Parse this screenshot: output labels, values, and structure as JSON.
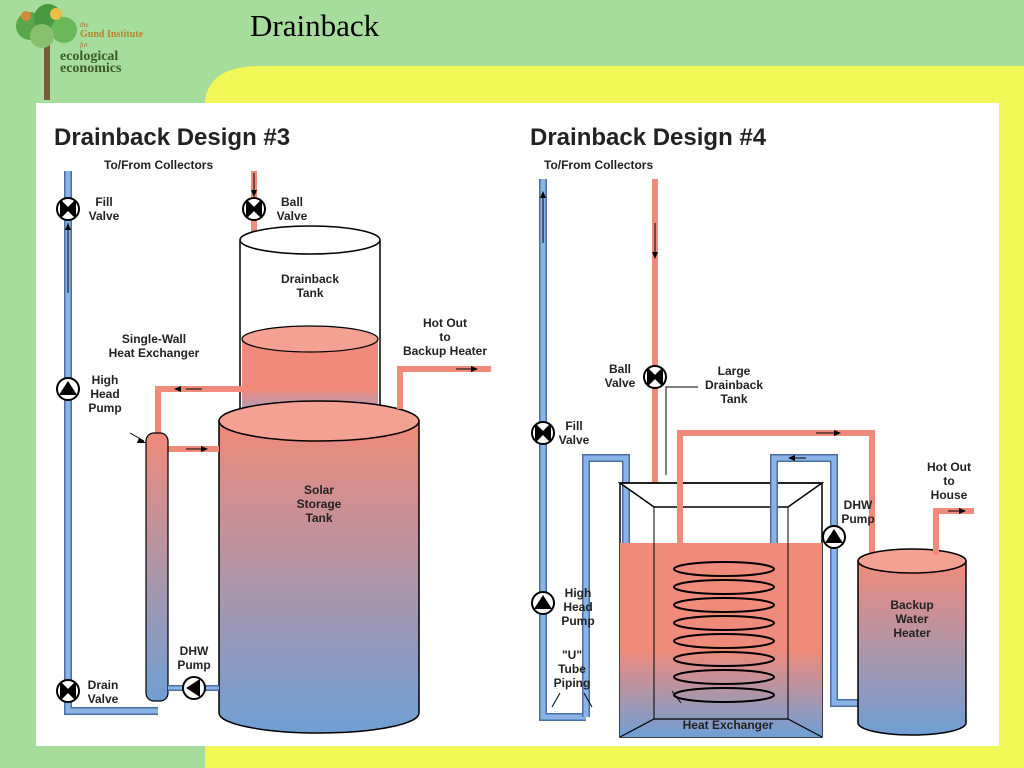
{
  "slide": {
    "title": "Drainback",
    "logo": {
      "line1": "the",
      "line2": "Gund Institute",
      "line3": "for",
      "line4": "ecological",
      "line5": "economics"
    }
  },
  "diagram3": {
    "title": "Drainback Design #3",
    "to_from": "To/From Collectors",
    "fill_valve": [
      "Fill",
      "Valve"
    ],
    "ball_valve": [
      "Ball",
      "Valve"
    ],
    "drainback_tank": [
      "Drainback",
      "Tank"
    ],
    "hot_out": [
      "Hot Out",
      "to",
      "Backup Heater"
    ],
    "heat_exchanger": [
      "Single-Wall",
      "Heat Exchanger"
    ],
    "high_head_pump": [
      "High",
      "Head",
      "Pump"
    ],
    "solar_tank": [
      "Solar",
      "Storage",
      "Tank"
    ],
    "dhw_pump": [
      "DHW",
      "Pump"
    ],
    "drain_valve": [
      "Drain",
      "Valve"
    ]
  },
  "diagram4": {
    "title": "Drainback Design #4",
    "to_from": "To/From Collectors",
    "ball_valve": [
      "Ball",
      "Valve"
    ],
    "large_tank": [
      "Large",
      "Drainback",
      "Tank"
    ],
    "fill_valve": [
      "Fill",
      "Valve"
    ],
    "hot_out": [
      "Hot Out",
      "to",
      "House"
    ],
    "dhw_pump": [
      "DHW",
      "Pump"
    ],
    "high_head_pump": [
      "High",
      "Head",
      "Pump"
    ],
    "u_tube": [
      "\"U\"",
      "Tube",
      "Piping"
    ],
    "backup_heater": [
      "Backup",
      "Water",
      "Heater"
    ],
    "heat_exchanger": "Heat Exchanger"
  },
  "colors": {
    "green": "#a6dc9c",
    "yellow": "#f2f758",
    "hot": "#f08a7a",
    "cold": "#6f9fd4",
    "pipe_border": "#4a6fa0"
  }
}
